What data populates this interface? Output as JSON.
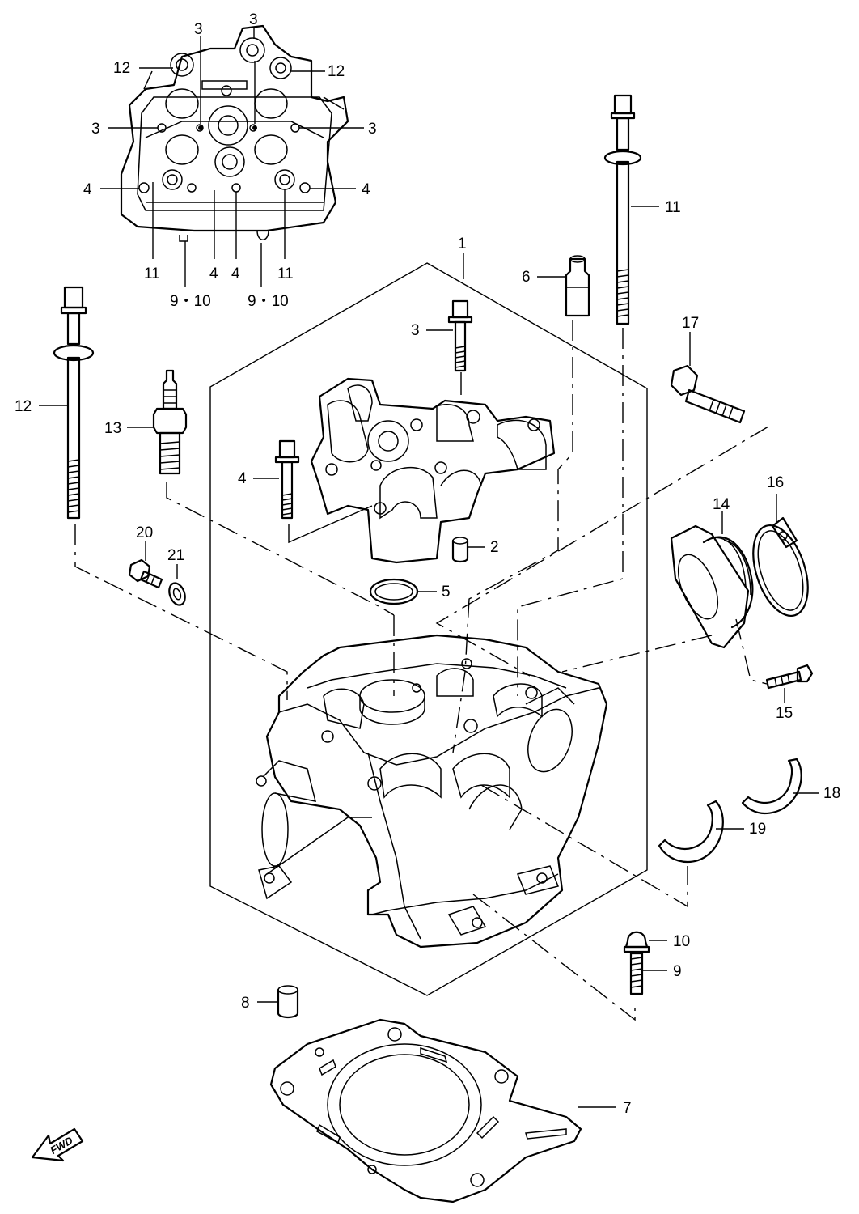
{
  "labels": {
    "p1": "1",
    "p2": "2",
    "p3": "3",
    "p4": "4",
    "p5": "5",
    "p6": "6",
    "p7": "7",
    "p8": "8",
    "p9": "9",
    "p10": "10",
    "p11": "11",
    "p12": "12",
    "p13": "13",
    "p14": "14",
    "p15": "15",
    "p16": "16",
    "p17": "17",
    "p18": "18",
    "p19": "19",
    "p20": "20",
    "p21": "21",
    "p9_10": "9・10"
  },
  "fwd": "FWD"
}
